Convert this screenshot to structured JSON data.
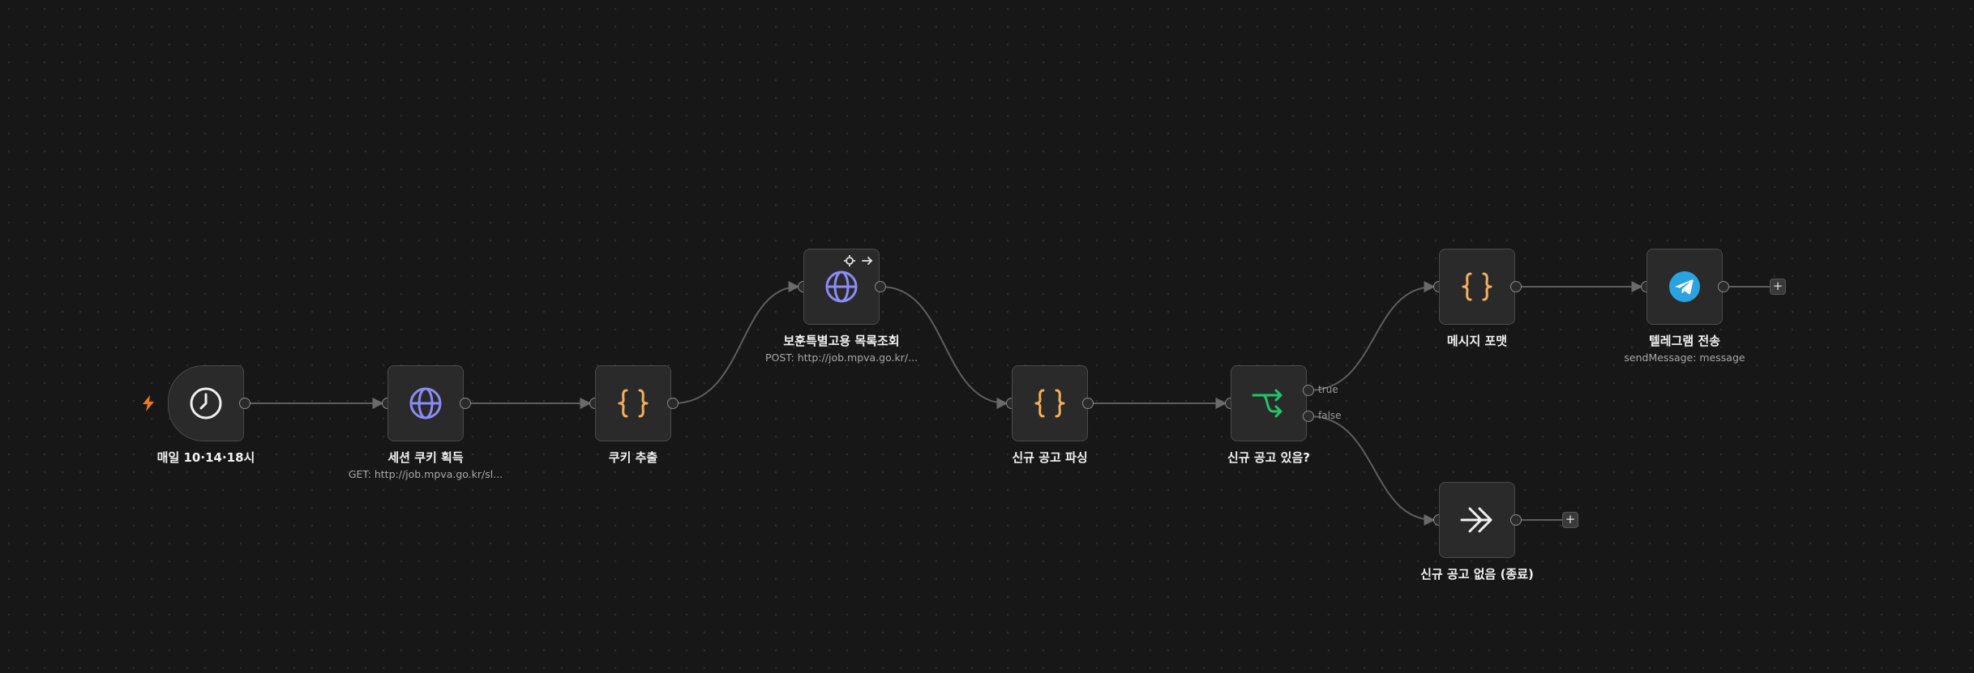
{
  "canvas": {
    "nodes": [
      {
        "id": "schedule",
        "title": "매일 10·14·18시",
        "subtitle": "",
        "icon": "clock-icon"
      },
      {
        "id": "session",
        "title": "세션 쿠키 획득",
        "subtitle": "GET: http://job.mpva.go.kr/sl...",
        "icon": "globe-icon"
      },
      {
        "id": "cookie",
        "title": "쿠키 추출",
        "subtitle": "",
        "icon": "code-braces-icon"
      },
      {
        "id": "list",
        "title": "보훈특별고용 목록조회",
        "subtitle": "POST: http://job.mpva.go.kr/...",
        "icon": "globe-icon"
      },
      {
        "id": "parse",
        "title": "신규 공고 파싱",
        "subtitle": "",
        "icon": "code-braces-icon"
      },
      {
        "id": "ifnew",
        "title": "신규 공고 있음?",
        "subtitle": "",
        "icon": "branch-icon"
      },
      {
        "id": "format",
        "title": "메시지 포맷",
        "subtitle": "",
        "icon": "code-braces-icon"
      },
      {
        "id": "telegram",
        "title": "텔레그램 전송",
        "subtitle": "sendMessage: message",
        "icon": "telegram-icon"
      },
      {
        "id": "noop",
        "title": "신규 공고 없음 (종료)",
        "subtitle": "",
        "icon": "double-arrow-icon"
      }
    ],
    "branch_true": "true",
    "branch_false": "false",
    "add_label": "+",
    "colors": {
      "background": "#171717",
      "node": "#2a2a2a",
      "edge": "#5e5e5e",
      "http": "#8b8cf5",
      "code": "#f2b05e",
      "if": "#24c46a",
      "telegram": "#2aa3e0",
      "trigger": "#f07b1a"
    }
  }
}
